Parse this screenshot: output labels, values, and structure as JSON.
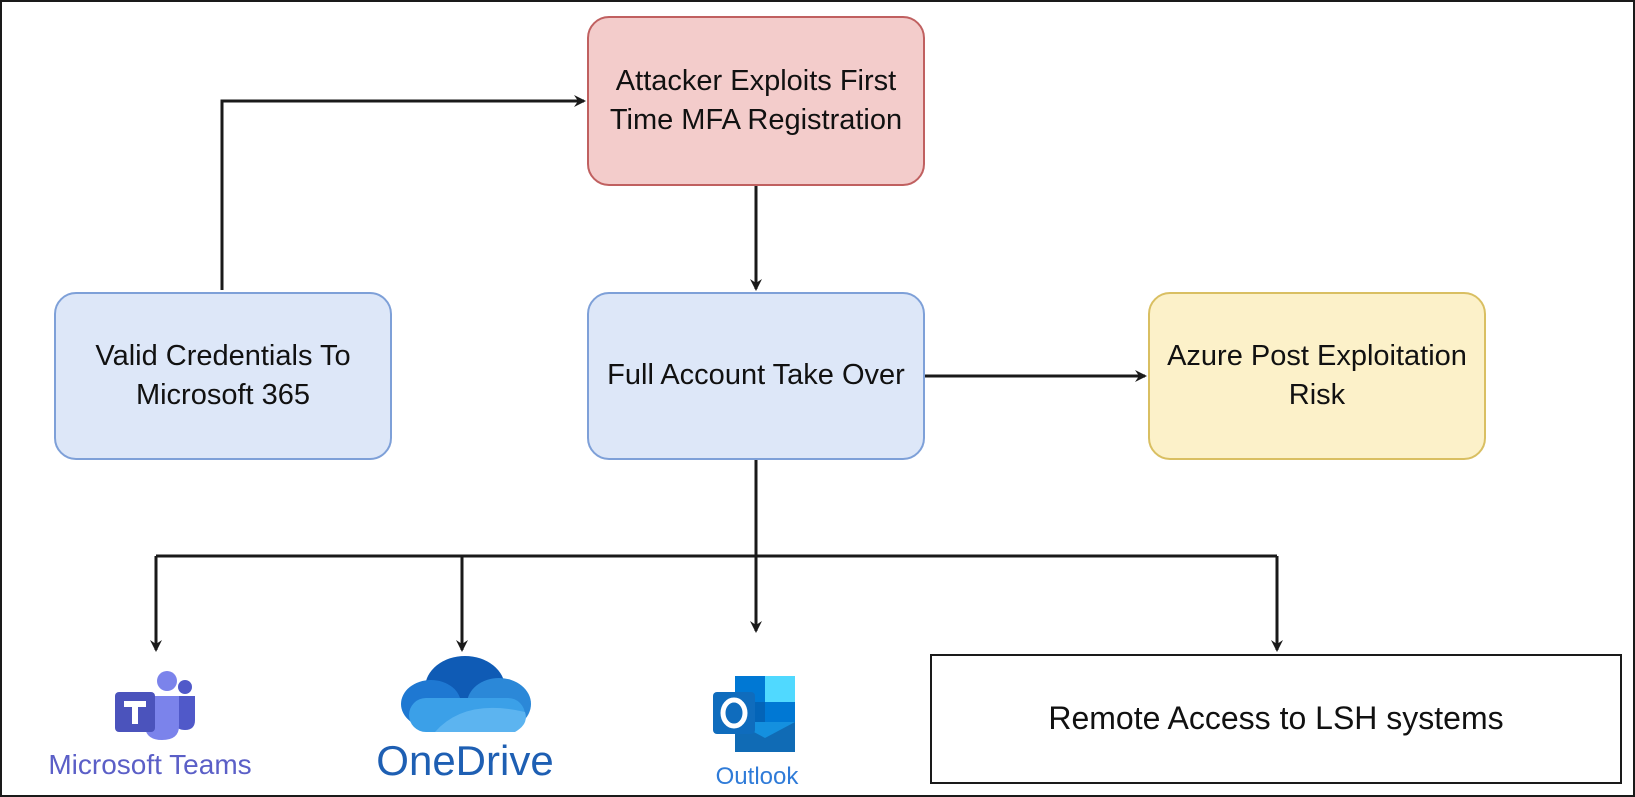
{
  "nodes": {
    "mfa": "Attacker Exploits First Time MFA Registration",
    "credentials": "Valid Credentials To Microsoft 365",
    "takeover": "Full Account Take Over",
    "azure": "Azure Post Exploitation Risk",
    "remote": "Remote Access to LSH systems"
  },
  "apps": {
    "teams": {
      "label": "Microsoft Teams",
      "icon": "microsoft-teams-icon"
    },
    "onedrive": {
      "label": "OneDrive",
      "icon": "onedrive-icon"
    },
    "outlook": {
      "label": "Outlook",
      "icon": "outlook-icon"
    }
  },
  "colors": {
    "mfa_fill": "#f3cccb",
    "mfa_border": "#c06060",
    "blue_fill": "#dde7f8",
    "blue_border": "#7ea0d8",
    "yellow_fill": "#fcf1c9",
    "yellow_border": "#d9bf62",
    "connector": "#1a1a1a"
  }
}
